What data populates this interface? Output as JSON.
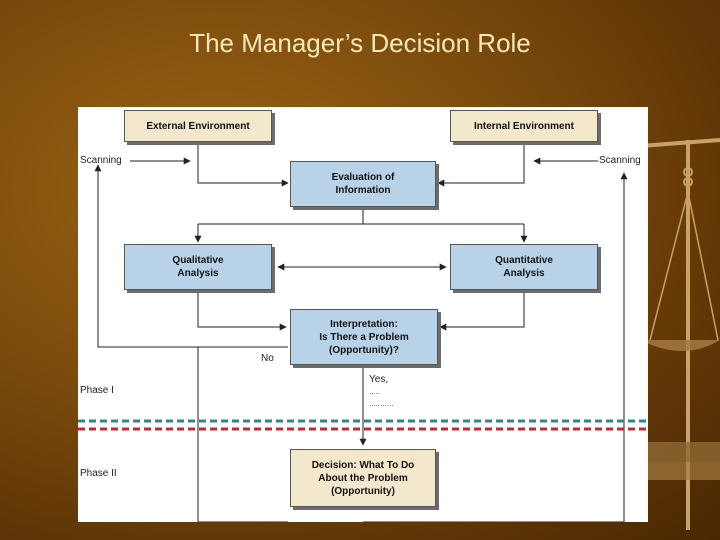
{
  "slide": {
    "title": "The Manager’s Decision Role"
  },
  "diagram": {
    "external_environment": "External Environment",
    "internal_environment": "Internal Environment",
    "scanning_left": "Scanning",
    "scanning_right": "Scanning",
    "evaluation": [
      "Evaluation of",
      "Information"
    ],
    "qualitative": [
      "Qualitative",
      "Analysis"
    ],
    "quantitative": [
      "Quantitative",
      "Analysis"
    ],
    "interpretation": [
      "Interpretation:",
      "Is There a Problem",
      "(Opportunity)?"
    ],
    "no_label": "No",
    "yes_label": "Yes,",
    "phase_one": "Phase I",
    "phase_two": "Phase II",
    "decision": [
      "Decision: What To Do",
      "About the Problem",
      "(Opportunity)"
    ]
  },
  "colors": {
    "background": "#7a4a0c",
    "title_text": "#f6e8b8",
    "tan_box": "#f4e8cc",
    "blue_box": "#b8d3e8",
    "phase_line_teal": "#2a8a8a",
    "phase_line_red": "#c0283c"
  },
  "decoration": {
    "icon": "balance-scale-icon"
  }
}
